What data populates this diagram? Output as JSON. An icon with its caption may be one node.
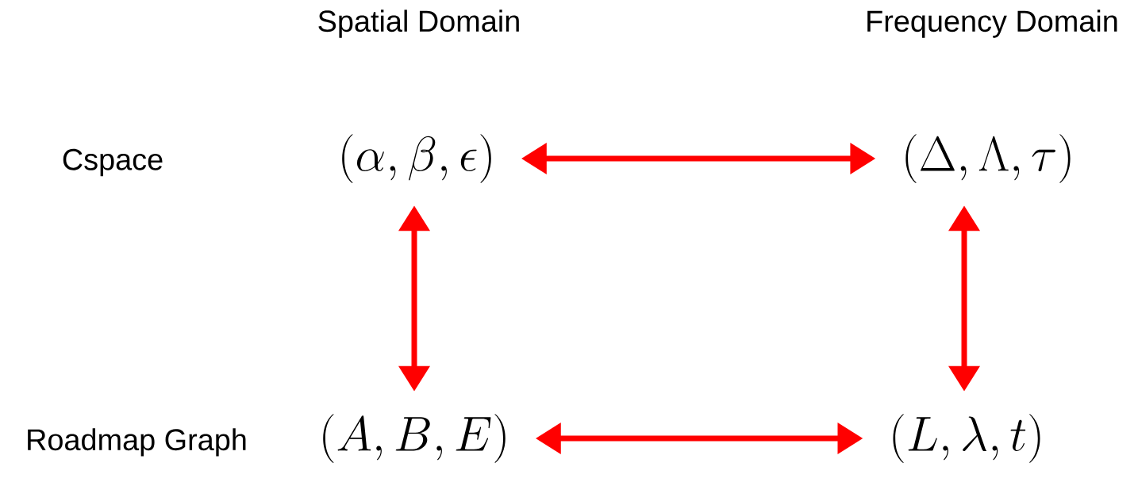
{
  "diagram": {
    "nodes": [
      {
        "text": [
          "(\\alpha, \\beta, \\epsilon)"
        ]
      },
      {
        "text": [
          "(\\Delta, \\Lambda, \\tau)"
        ]
      },
      {
        "text": [
          "(A, B, E)"
        ]
      },
      {
        "text": [
          "(L, \\lambda, t)"
        ]
      }
    ],
    "edges": [
      {
        "from": 0,
        "to": 1,
        "arrow": "both"
      },
      {
        "from": 0,
        "to": 2,
        "arrow": "both"
      },
      {
        "from": 1,
        "to": 3,
        "arrow": "both"
      },
      {
        "from": 2,
        "to": 3,
        "arrow": "both"
      }
    ],
    "labels": [
      "Spatial Domain",
      "Frequency Domain",
      "Cspace",
      "Roadmap Graph"
    ]
  }
}
